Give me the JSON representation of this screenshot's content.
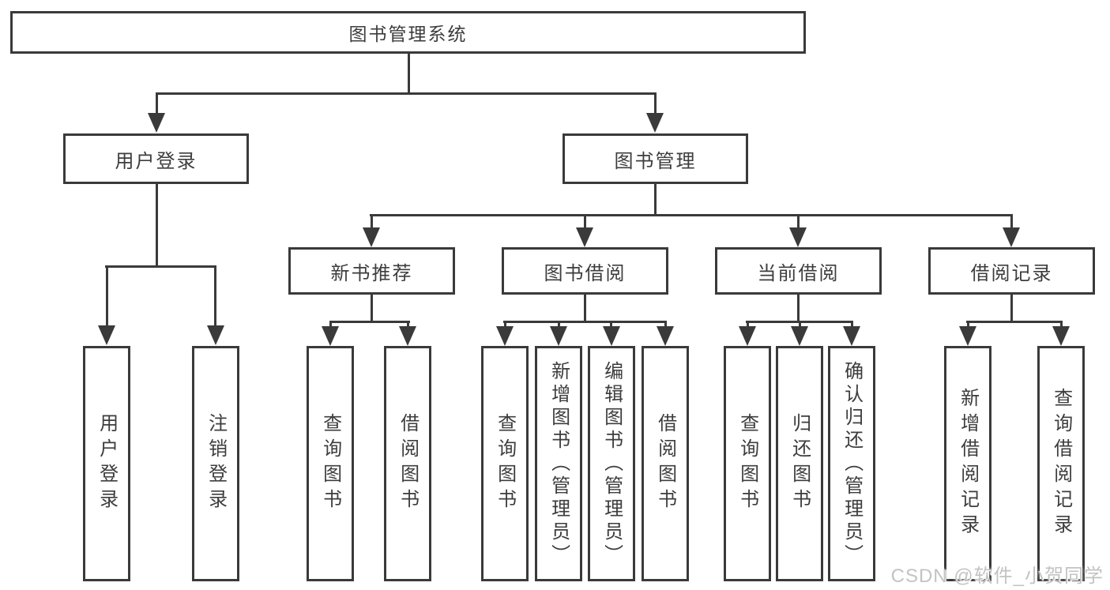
{
  "colors": {
    "line": "#3a3a3a",
    "text": "#3d3d3d",
    "background": "#ffffff",
    "watermark": "#c3c3c3"
  },
  "diagram": {
    "root": "图书管理系统",
    "level2": [
      "用户登录",
      "图书管理"
    ],
    "level3": [
      "新书推荐",
      "图书借阅",
      "当前借阅",
      "借阅记录"
    ],
    "leaves": {
      "user_login": [
        "用户登录",
        "注销登录"
      ],
      "new_book_recommend": [
        "查询图书",
        "借阅图书"
      ],
      "book_borrow": [
        "查询图书",
        "新增图书（管理员）",
        "编辑图书（管理员）",
        "借阅图书"
      ],
      "current_borrow": [
        "查询图书",
        "归还图书",
        "确认归还（管理员）"
      ],
      "borrow_record": [
        "新增借阅记录",
        "查询借阅记录"
      ]
    }
  },
  "watermark": "CSDN @软件_小贺同学"
}
